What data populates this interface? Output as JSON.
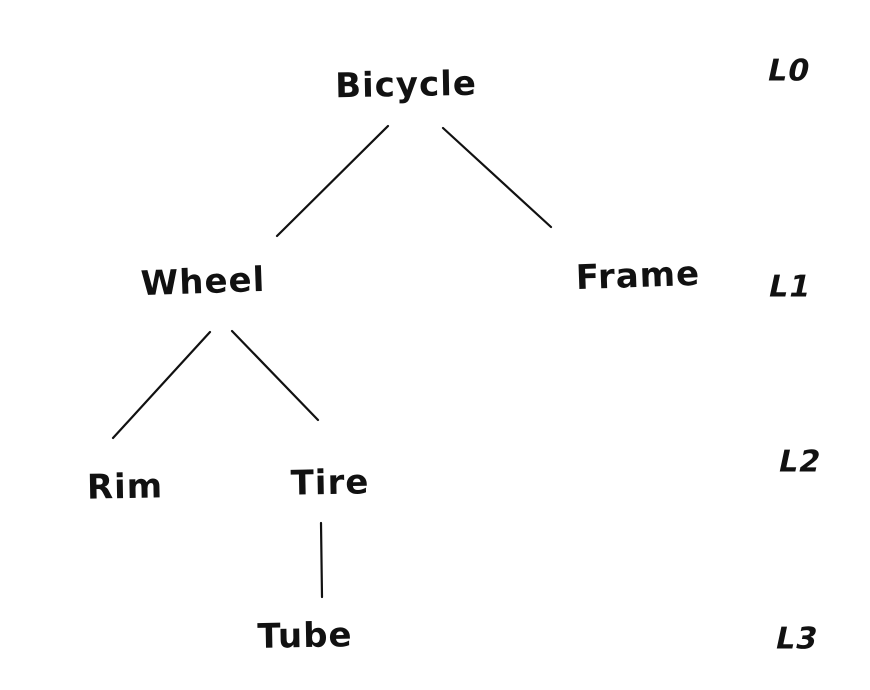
{
  "diagram": {
    "type": "tree",
    "style": "hand-drawn",
    "nodes": {
      "bicycle": {
        "label": "Bicycle",
        "level": 0
      },
      "wheel": {
        "label": "Wheel",
        "level": 1
      },
      "frame": {
        "label": "Frame",
        "level": 1
      },
      "rim": {
        "label": "Rim",
        "level": 2
      },
      "tire": {
        "label": "Tire",
        "level": 2
      },
      "tube": {
        "label": "Tube",
        "level": 3
      }
    },
    "edges": [
      {
        "from": "Bicycle",
        "to": "Wheel"
      },
      {
        "from": "Bicycle",
        "to": "Frame"
      },
      {
        "from": "Wheel",
        "to": "Rim"
      },
      {
        "from": "Wheel",
        "to": "Tire"
      },
      {
        "from": "Tire",
        "to": "Tube"
      }
    ],
    "level_labels": {
      "l0": "L0",
      "l1": "L1",
      "l2": "L2",
      "l3": "L3"
    },
    "colors": {
      "ink": "#111111",
      "background": "#ffffff"
    }
  }
}
